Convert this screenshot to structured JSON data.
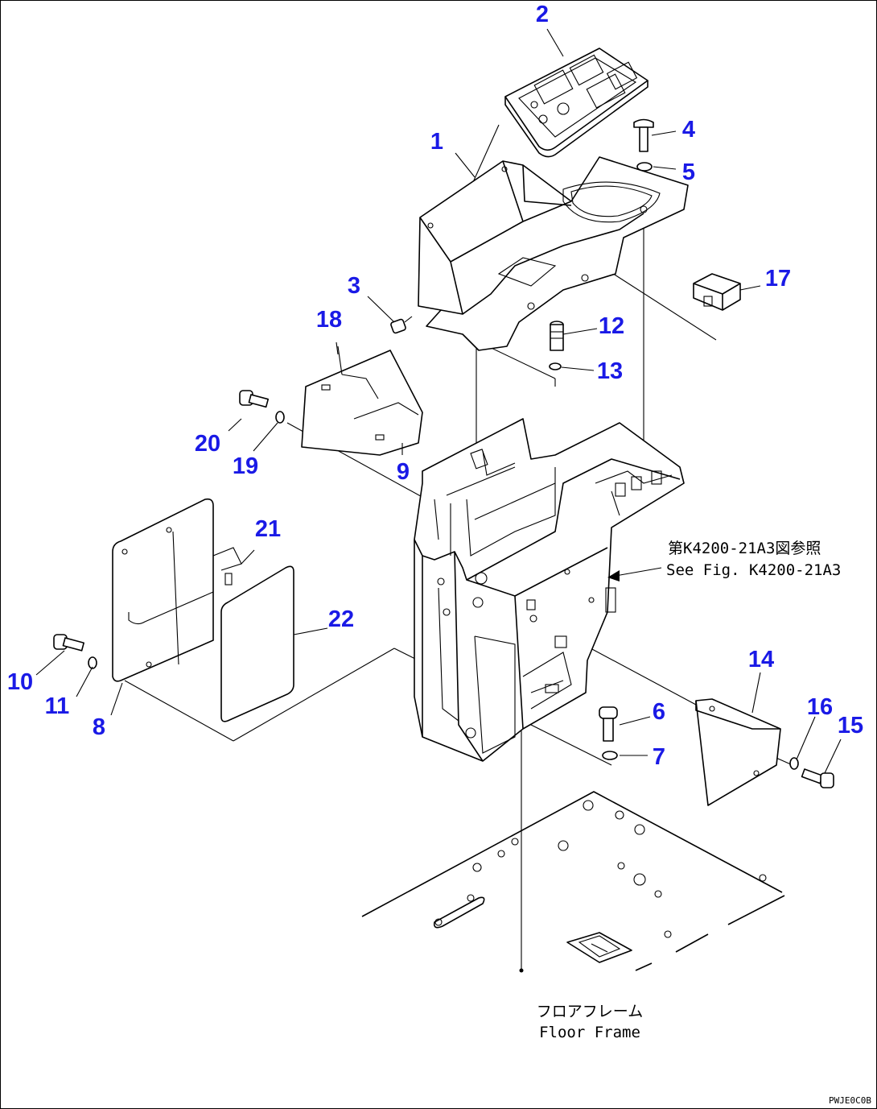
{
  "diagram": {
    "callouts": [
      "1",
      "2",
      "3",
      "4",
      "5",
      "6",
      "7",
      "8",
      "9",
      "10",
      "11",
      "12",
      "13",
      "14",
      "15",
      "16",
      "17",
      "18",
      "19",
      "20",
      "21",
      "22"
    ],
    "reference_note": {
      "japanese": "第K4200-21A3図参照",
      "english": "See Fig. K4200-21A3"
    },
    "floor_frame_label": {
      "japanese": "フロアフレーム",
      "english": "Floor Frame"
    },
    "drawing_code": "PWJE0C0B"
  }
}
